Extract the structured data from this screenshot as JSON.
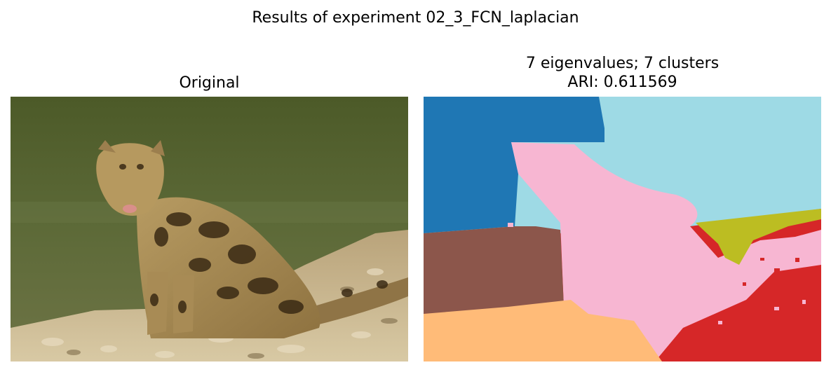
{
  "figure": {
    "suptitle": "Results of experiment 02_3_FCN_laplacian"
  },
  "panels": [
    {
      "title": "Original"
    },
    {
      "title_line1": "7 eigenvalues; 7 clusters",
      "title_line2": "ARI: 0.611569"
    }
  ],
  "photo": {
    "subject": "clouded leopard sitting on rocky riverbank",
    "colors": {
      "water": "#56602e",
      "rocks": "#c9b48a",
      "fur": "#a8884e",
      "spots": "#3a2a14"
    }
  },
  "segmentation": {
    "n_clusters": 7,
    "cluster_colors": {
      "top_left": "#1f77b4",
      "top_right": "#9edae5",
      "cat": "#f7b6d2",
      "left_middle": "#8c564b",
      "olive": "#bcbd22",
      "bottom_right": "#d62728",
      "bottom_left": "#ffbb78"
    }
  }
}
